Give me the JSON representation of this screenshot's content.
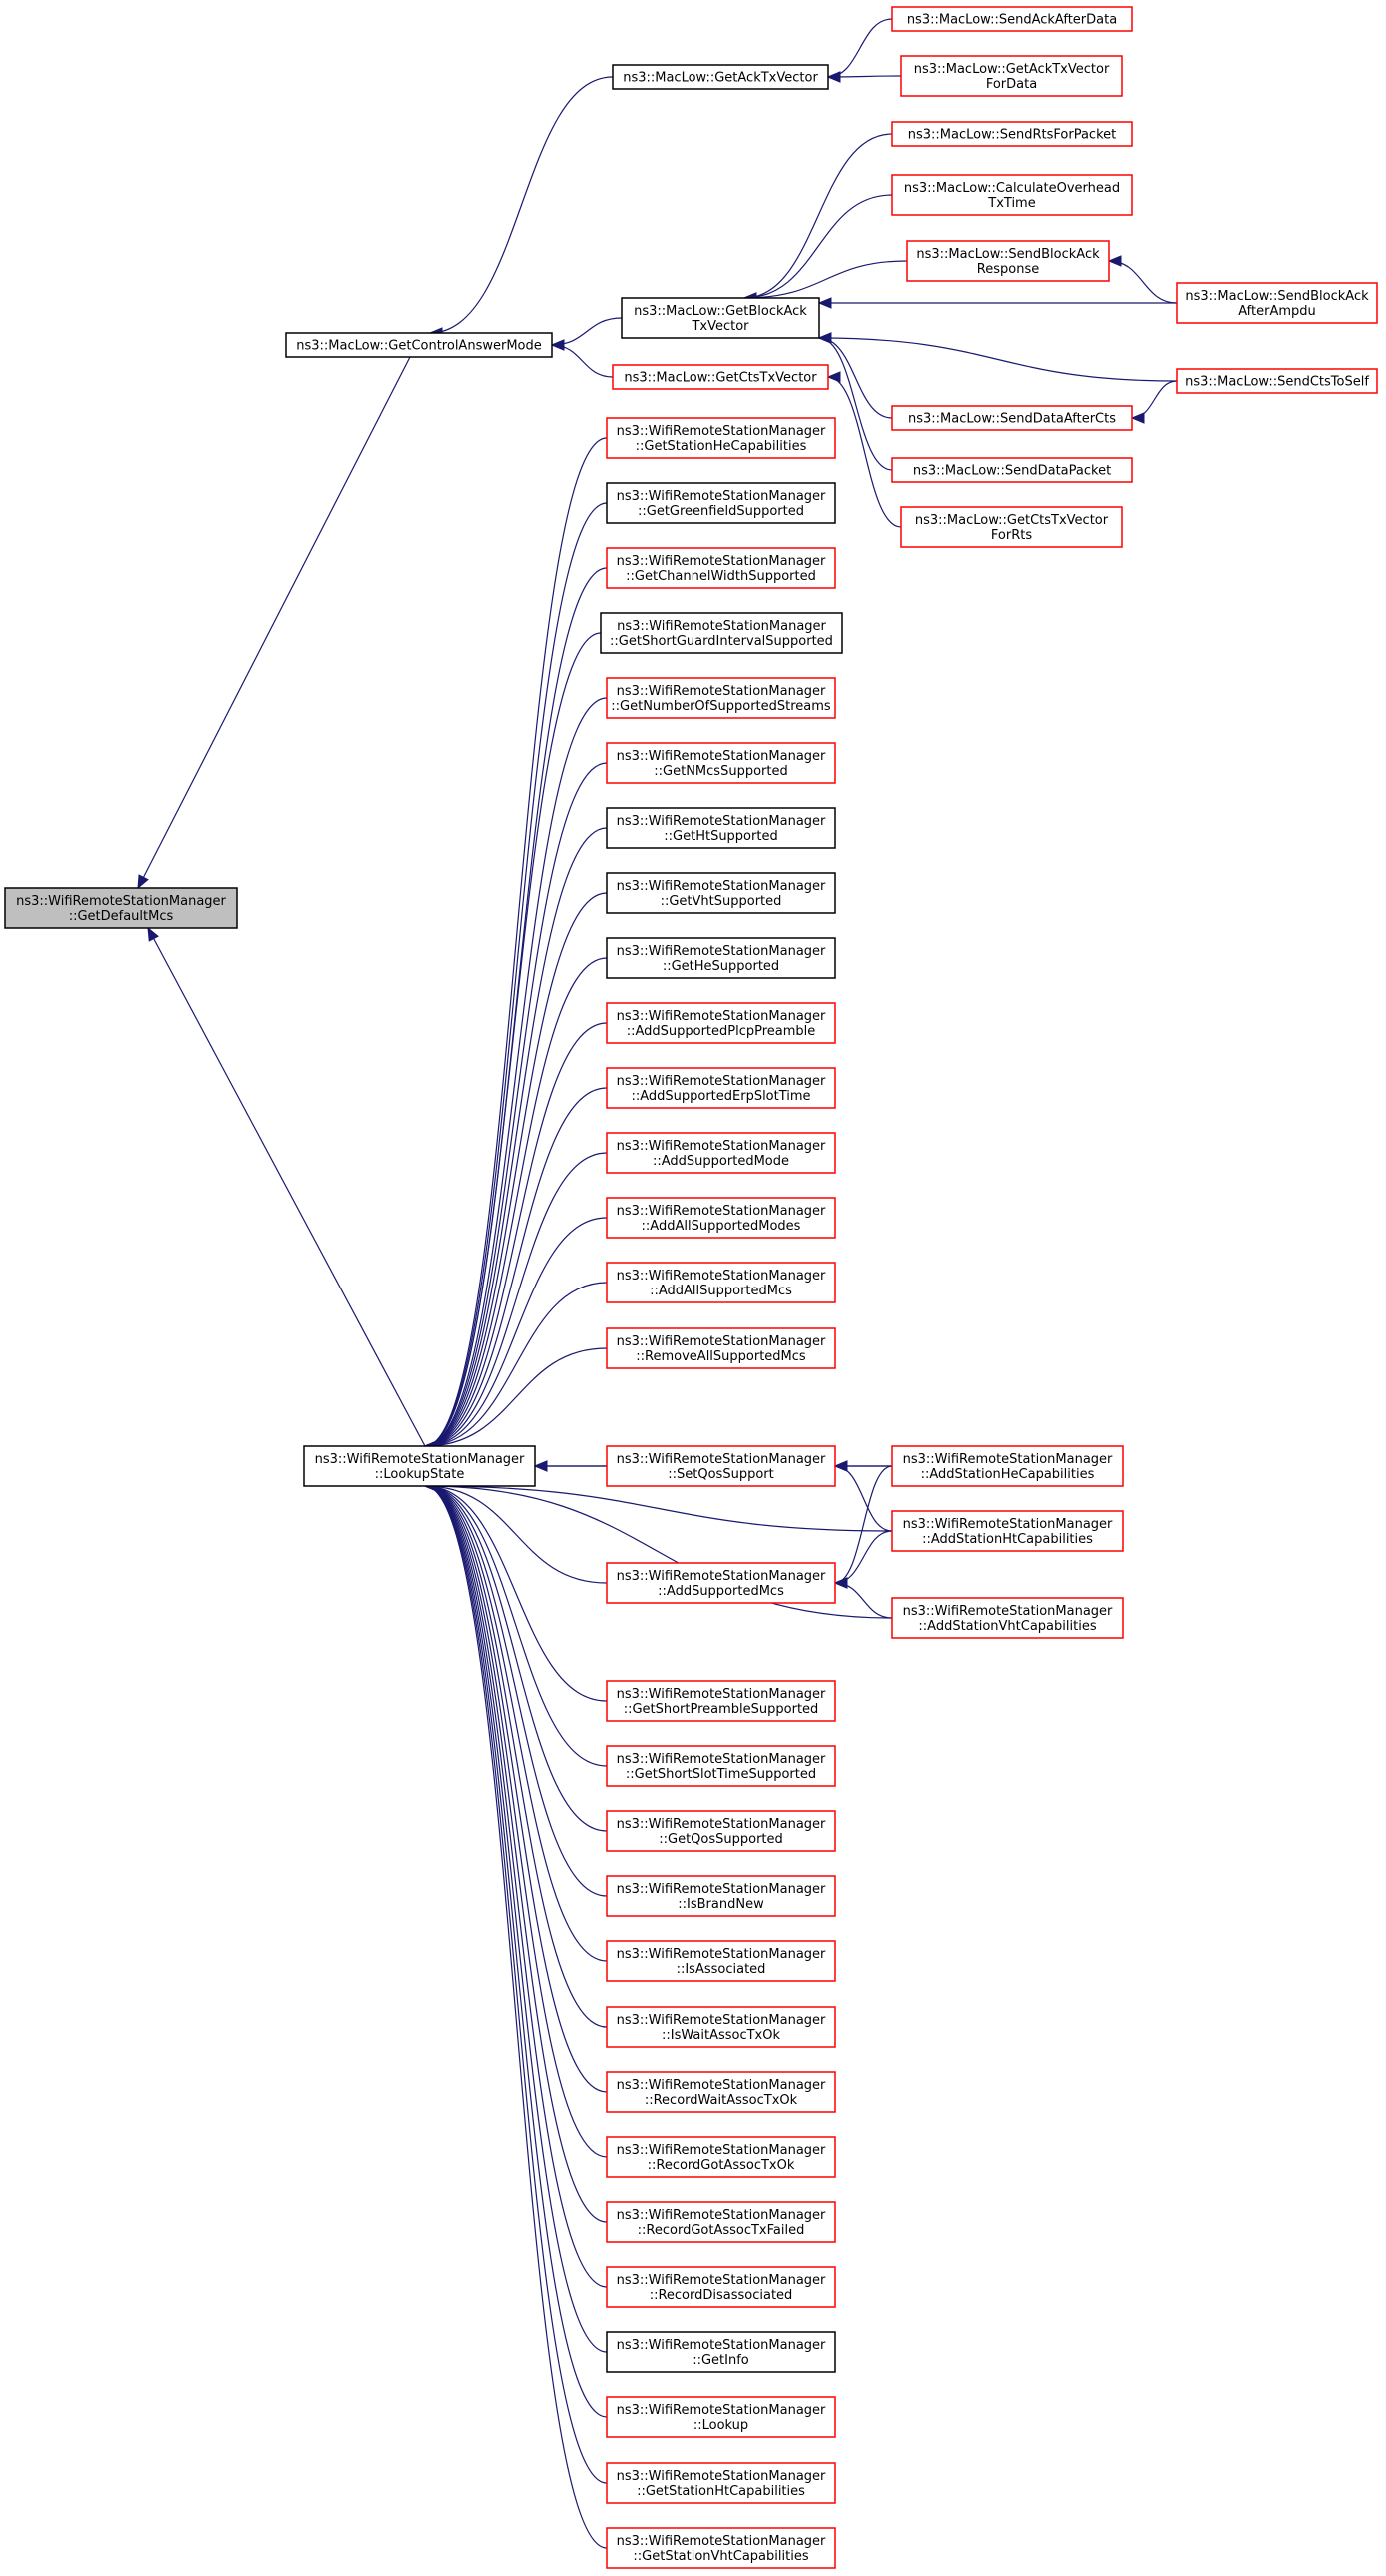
{
  "graph": {
    "title": "",
    "colors": {
      "edge": "#191970",
      "border_red": "#ff0000",
      "border_black": "#000000",
      "focus_fill": "#bfbfbf"
    },
    "nodes": [
      {
        "id": "root",
        "lines": [
          "ns3::WifiRemoteStationManager",
          "::GetDefaultMcs"
        ],
        "style": "grey"
      },
      {
        "id": "getControlAnswerMode",
        "lines": [
          "ns3::MacLow::GetControlAnswerMode"
        ],
        "style": "black"
      },
      {
        "id": "lookupState",
        "lines": [
          "ns3::WifiRemoteStationManager",
          "::LookupState"
        ],
        "style": "black"
      },
      {
        "id": "getAckTxVector",
        "lines": [
          "ns3::MacLow::GetAckTxVector"
        ],
        "style": "black"
      },
      {
        "id": "getBlockAckTxVector",
        "lines": [
          "ns3::MacLow::GetBlockAck",
          "TxVector"
        ],
        "style": "black"
      },
      {
        "id": "getCtsTxVector",
        "lines": [
          "ns3::MacLow::GetCtsTxVector"
        ],
        "style": "red"
      },
      {
        "id": "sendAckAfterData",
        "lines": [
          "ns3::MacLow::SendAckAfterData"
        ],
        "style": "red"
      },
      {
        "id": "getAckTxVectorForData",
        "lines": [
          "ns3::MacLow::GetAckTxVector",
          "ForData"
        ],
        "style": "red"
      },
      {
        "id": "sendRtsForPacket",
        "lines": [
          "ns3::MacLow::SendRtsForPacket"
        ],
        "style": "red"
      },
      {
        "id": "calculateOverheadTxTime",
        "lines": [
          "ns3::MacLow::CalculateOverhead",
          "TxTime"
        ],
        "style": "red"
      },
      {
        "id": "sendBlockAckResponse",
        "lines": [
          "ns3::MacLow::SendBlockAck",
          "Response"
        ],
        "style": "red"
      },
      {
        "id": "sendBlockAckAfterAmpdu",
        "lines": [
          "ns3::MacLow::SendBlockAck",
          "AfterAmpdu"
        ],
        "style": "red"
      },
      {
        "id": "sendCtsToSelf",
        "lines": [
          "ns3::MacLow::SendCtsToSelf"
        ],
        "style": "red"
      },
      {
        "id": "sendDataAfterCts",
        "lines": [
          "ns3::MacLow::SendDataAfterCts"
        ],
        "style": "red"
      },
      {
        "id": "sendDataPacket",
        "lines": [
          "ns3::MacLow::SendDataPacket"
        ],
        "style": "red"
      },
      {
        "id": "getCtsTxVectorForRts",
        "lines": [
          "ns3::MacLow::GetCtsTxVector",
          "ForRts"
        ],
        "style": "red"
      },
      {
        "id": "getStationHeCapabilities",
        "lines": [
          "ns3::WifiRemoteStationManager",
          "::GetStationHeCapabilities"
        ],
        "style": "red"
      },
      {
        "id": "getGreenfieldSupported",
        "lines": [
          "ns3::WifiRemoteStationManager",
          "::GetGreenfieldSupported"
        ],
        "style": "black"
      },
      {
        "id": "getChannelWidthSupported",
        "lines": [
          "ns3::WifiRemoteStationManager",
          "::GetChannelWidthSupported"
        ],
        "style": "red"
      },
      {
        "id": "getShortGuardIntervalSupported",
        "lines": [
          "ns3::WifiRemoteStationManager",
          "::GetShortGuardIntervalSupported"
        ],
        "style": "black"
      },
      {
        "id": "getNumberOfSupportedStreams",
        "lines": [
          "ns3::WifiRemoteStationManager",
          "::GetNumberOfSupportedStreams"
        ],
        "style": "red"
      },
      {
        "id": "getNMcsSupported",
        "lines": [
          "ns3::WifiRemoteStationManager",
          "::GetNMcsSupported"
        ],
        "style": "red"
      },
      {
        "id": "getHtSupported",
        "lines": [
          "ns3::WifiRemoteStationManager",
          "::GetHtSupported"
        ],
        "style": "black"
      },
      {
        "id": "getVhtSupported",
        "lines": [
          "ns3::WifiRemoteStationManager",
          "::GetVhtSupported"
        ],
        "style": "black"
      },
      {
        "id": "getHeSupported",
        "lines": [
          "ns3::WifiRemoteStationManager",
          "::GetHeSupported"
        ],
        "style": "black"
      },
      {
        "id": "addSupportedPlcpPreamble",
        "lines": [
          "ns3::WifiRemoteStationManager",
          "::AddSupportedPlcpPreamble"
        ],
        "style": "red"
      },
      {
        "id": "addSupportedErpSlotTime",
        "lines": [
          "ns3::WifiRemoteStationManager",
          "::AddSupportedErpSlotTime"
        ],
        "style": "red"
      },
      {
        "id": "addSupportedMode",
        "lines": [
          "ns3::WifiRemoteStationManager",
          "::AddSupportedMode"
        ],
        "style": "red"
      },
      {
        "id": "addAllSupportedModes",
        "lines": [
          "ns3::WifiRemoteStationManager",
          "::AddAllSupportedModes"
        ],
        "style": "red"
      },
      {
        "id": "addAllSupportedMcs",
        "lines": [
          "ns3::WifiRemoteStationManager",
          "::AddAllSupportedMcs"
        ],
        "style": "red"
      },
      {
        "id": "removeAllSupportedMcs",
        "lines": [
          "ns3::WifiRemoteStationManager",
          "::RemoveAllSupportedMcs"
        ],
        "style": "red"
      },
      {
        "id": "setQosSupport",
        "lines": [
          "ns3::WifiRemoteStationManager",
          "::SetQosSupport"
        ],
        "style": "red"
      },
      {
        "id": "addSupportedMcs",
        "lines": [
          "ns3::WifiRemoteStationManager",
          "::AddSupportedMcs"
        ],
        "style": "red"
      },
      {
        "id": "addStationHeCapabilities",
        "lines": [
          "ns3::WifiRemoteStationManager",
          "::AddStationHeCapabilities"
        ],
        "style": "red"
      },
      {
        "id": "addStationHtCapabilities",
        "lines": [
          "ns3::WifiRemoteStationManager",
          "::AddStationHtCapabilities"
        ],
        "style": "red"
      },
      {
        "id": "addStationVhtCapabilities",
        "lines": [
          "ns3::WifiRemoteStationManager",
          "::AddStationVhtCapabilities"
        ],
        "style": "red"
      },
      {
        "id": "getShortPreambleSupported",
        "lines": [
          "ns3::WifiRemoteStationManager",
          "::GetShortPreambleSupported"
        ],
        "style": "red"
      },
      {
        "id": "getShortSlotTimeSupported",
        "lines": [
          "ns3::WifiRemoteStationManager",
          "::GetShortSlotTimeSupported"
        ],
        "style": "red"
      },
      {
        "id": "getQosSupported",
        "lines": [
          "ns3::WifiRemoteStationManager",
          "::GetQosSupported"
        ],
        "style": "red"
      },
      {
        "id": "isBrandNew",
        "lines": [
          "ns3::WifiRemoteStationManager",
          "::IsBrandNew"
        ],
        "style": "red"
      },
      {
        "id": "isAssociated",
        "lines": [
          "ns3::WifiRemoteStationManager",
          "::IsAssociated"
        ],
        "style": "red"
      },
      {
        "id": "isWaitAssocTxOk",
        "lines": [
          "ns3::WifiRemoteStationManager",
          "::IsWaitAssocTxOk"
        ],
        "style": "red"
      },
      {
        "id": "recordWaitAssocTxOk",
        "lines": [
          "ns3::WifiRemoteStationManager",
          "::RecordWaitAssocTxOk"
        ],
        "style": "red"
      },
      {
        "id": "recordGotAssocTxOk",
        "lines": [
          "ns3::WifiRemoteStationManager",
          "::RecordGotAssocTxOk"
        ],
        "style": "red"
      },
      {
        "id": "recordGotAssocTxFailed",
        "lines": [
          "ns3::WifiRemoteStationManager",
          "::RecordGotAssocTxFailed"
        ],
        "style": "red"
      },
      {
        "id": "recordDisassociated",
        "lines": [
          "ns3::WifiRemoteStationManager",
          "::RecordDisassociated"
        ],
        "style": "red"
      },
      {
        "id": "getInfo",
        "lines": [
          "ns3::WifiRemoteStationManager",
          "::GetInfo"
        ],
        "style": "black"
      },
      {
        "id": "lookup",
        "lines": [
          "ns3::WifiRemoteStationManager",
          "::Lookup"
        ],
        "style": "red"
      },
      {
        "id": "getStationHtCapabilities",
        "lines": [
          "ns3::WifiRemoteStationManager",
          "::GetStationHtCapabilities"
        ],
        "style": "red"
      },
      {
        "id": "getStationVhtCapabilities",
        "lines": [
          "ns3::WifiRemoteStationManager",
          "::GetStationVhtCapabilities"
        ],
        "style": "red"
      }
    ],
    "edges": [
      [
        "getControlAnswerMode",
        "root"
      ],
      [
        "lookupState",
        "root"
      ],
      [
        "getAckTxVector",
        "getControlAnswerMode"
      ],
      [
        "getBlockAckTxVector",
        "getControlAnswerMode"
      ],
      [
        "getCtsTxVector",
        "getControlAnswerMode"
      ],
      [
        "sendAckAfterData",
        "getAckTxVector"
      ],
      [
        "getAckTxVectorForData",
        "getAckTxVector"
      ],
      [
        "sendRtsForPacket",
        "getBlockAckTxVector"
      ],
      [
        "calculateOverheadTxTime",
        "getBlockAckTxVector"
      ],
      [
        "sendBlockAckResponse",
        "getBlockAckTxVector"
      ],
      [
        "sendBlockAckAfterAmpdu",
        "getBlockAckTxVector"
      ],
      [
        "sendCtsToSelf",
        "getBlockAckTxVector"
      ],
      [
        "sendDataAfterCts",
        "getBlockAckTxVector"
      ],
      [
        "sendDataPacket",
        "getBlockAckTxVector"
      ],
      [
        "getCtsTxVectorForRts",
        "getCtsTxVector"
      ],
      [
        "sendBlockAckAfterAmpdu",
        "sendBlockAckResponse"
      ],
      [
        "sendCtsToSelf",
        "sendDataAfterCts"
      ],
      [
        "getStationHeCapabilities",
        "lookupState"
      ],
      [
        "getGreenfieldSupported",
        "lookupState"
      ],
      [
        "getChannelWidthSupported",
        "lookupState"
      ],
      [
        "getShortGuardIntervalSupported",
        "lookupState"
      ],
      [
        "getNumberOfSupportedStreams",
        "lookupState"
      ],
      [
        "getNMcsSupported",
        "lookupState"
      ],
      [
        "getHtSupported",
        "lookupState"
      ],
      [
        "getVhtSupported",
        "lookupState"
      ],
      [
        "getHeSupported",
        "lookupState"
      ],
      [
        "addSupportedPlcpPreamble",
        "lookupState"
      ],
      [
        "addSupportedErpSlotTime",
        "lookupState"
      ],
      [
        "addSupportedMode",
        "lookupState"
      ],
      [
        "addAllSupportedModes",
        "lookupState"
      ],
      [
        "addAllSupportedMcs",
        "lookupState"
      ],
      [
        "removeAllSupportedMcs",
        "lookupState"
      ],
      [
        "setQosSupport",
        "lookupState"
      ],
      [
        "addSupportedMcs",
        "lookupState"
      ],
      [
        "addStationHeCapabilities",
        "lookupState"
      ],
      [
        "addStationHtCapabilities",
        "lookupState"
      ],
      [
        "addStationVhtCapabilities",
        "lookupState"
      ],
      [
        "addStationHeCapabilities",
        "setQosSupport"
      ],
      [
        "addStationHtCapabilities",
        "setQosSupport"
      ],
      [
        "addStationHeCapabilities",
        "addSupportedMcs"
      ],
      [
        "addStationHtCapabilities",
        "addSupportedMcs"
      ],
      [
        "addStationVhtCapabilities",
        "addSupportedMcs"
      ],
      [
        "getShortPreambleSupported",
        "lookupState"
      ],
      [
        "getShortSlotTimeSupported",
        "lookupState"
      ],
      [
        "getQosSupported",
        "lookupState"
      ],
      [
        "isBrandNew",
        "lookupState"
      ],
      [
        "isAssociated",
        "lookupState"
      ],
      [
        "isWaitAssocTxOk",
        "lookupState"
      ],
      [
        "recordWaitAssocTxOk",
        "lookupState"
      ],
      [
        "recordGotAssocTxOk",
        "lookupState"
      ],
      [
        "recordGotAssocTxFailed",
        "lookupState"
      ],
      [
        "recordDisassociated",
        "lookupState"
      ],
      [
        "getInfo",
        "lookupState"
      ],
      [
        "lookup",
        "lookupState"
      ],
      [
        "getStationHtCapabilities",
        "lookupState"
      ],
      [
        "getStationVhtCapabilities",
        "lookupState"
      ]
    ]
  }
}
